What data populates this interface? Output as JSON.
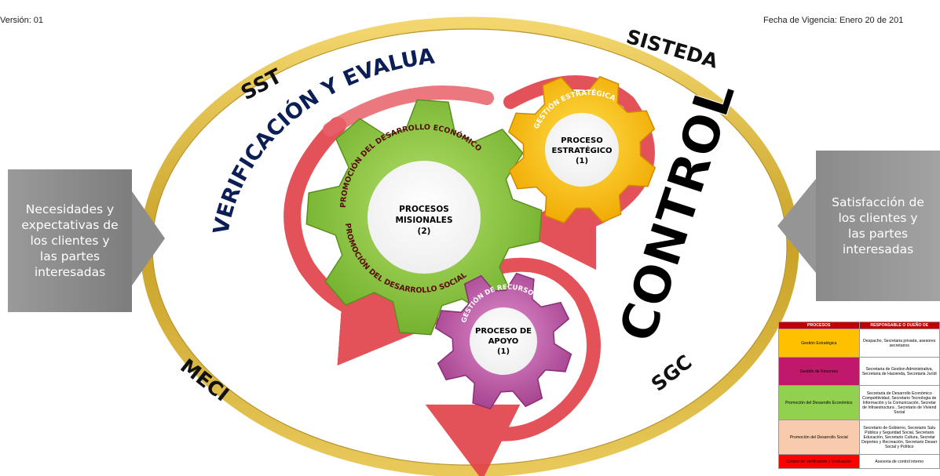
{
  "header": {
    "version": "Versión: 01",
    "fecha": "Fecha de Vigencia: Enero 20 de 201"
  },
  "ring_labels": {
    "sst": "SST",
    "sisteda": "SISTEDA",
    "meci": "MECI",
    "sgc": "SGC"
  },
  "verificacion": "VERIFICACIÓN Y EVALUACIÓN",
  "control": "CONTROL",
  "left_box": {
    "lines": [
      "Necesidades y",
      "expectativas de",
      "los clientes y",
      "las partes",
      "interesadas"
    ]
  },
  "right_box": {
    "lines": [
      "Satisfacción de",
      "los clientes y",
      "las partes",
      "interesadas"
    ]
  },
  "gears": {
    "misional": {
      "arc_top": "PROMOCIÓN DEL DESARROLLO ECONÓMICO",
      "arc_bottom": "PROMOCIÓN DEL DESARROLLO SOCIAL",
      "title_1": "PROCESOS",
      "title_2": "MISIONALES",
      "num": "(2)",
      "color": "#8cc63f"
    },
    "estrategico": {
      "arc": "GESTIÓN ESTRATÉGICA",
      "title_1": "PROCESO",
      "title_2": "ESTRATÉGICO",
      "num": "(1)",
      "color": "#f7c600"
    },
    "apoyo": {
      "arc": "GESTIÓN DE RECURSOS",
      "title_1": "PROCESO DE",
      "title_2": "APOYO",
      "num": "(1)",
      "color": "#c85aa8"
    }
  },
  "table": {
    "headers": [
      "PROCESOS",
      "RESPONSABLE O DUEÑO DE"
    ],
    "rows": [
      {
        "proceso": "Gestión Estratégica",
        "responsable": "Despacho, Secretaria privada, asesores secretarios",
        "color": "#ffc000"
      },
      {
        "proceso": "Gestión de Recursos",
        "responsable": "Secretaria de Gestion Administrativa, Secretaria de Hacienda, Secretaria Jurídi",
        "color": "#c0186b"
      },
      {
        "proceso": "Promoción del Desarrollo Económico",
        "responsable": "Secretaria de Desarrollo Económico Competitividad, Secretario Tecnologia de Información y la Comunicación, Secretar de Infraestructura , Secretario de Viviend Social",
        "color": "#92d050"
      },
      {
        "proceso": "Promoción del Desarrollo Social",
        "responsable": "Secretario de Gobierno, Secretario Salu Pública y Seguridad Social, Secretario Educación, Secretario Cultura, Secretar Deportes y Recreación, Secretario Desarr Social y Político",
        "color": "#f8cbad"
      },
      {
        "proceso": "Control de Verificación y Evaluación",
        "responsable": "Asesoria de control interno",
        "color": "#ff0000"
      }
    ]
  }
}
